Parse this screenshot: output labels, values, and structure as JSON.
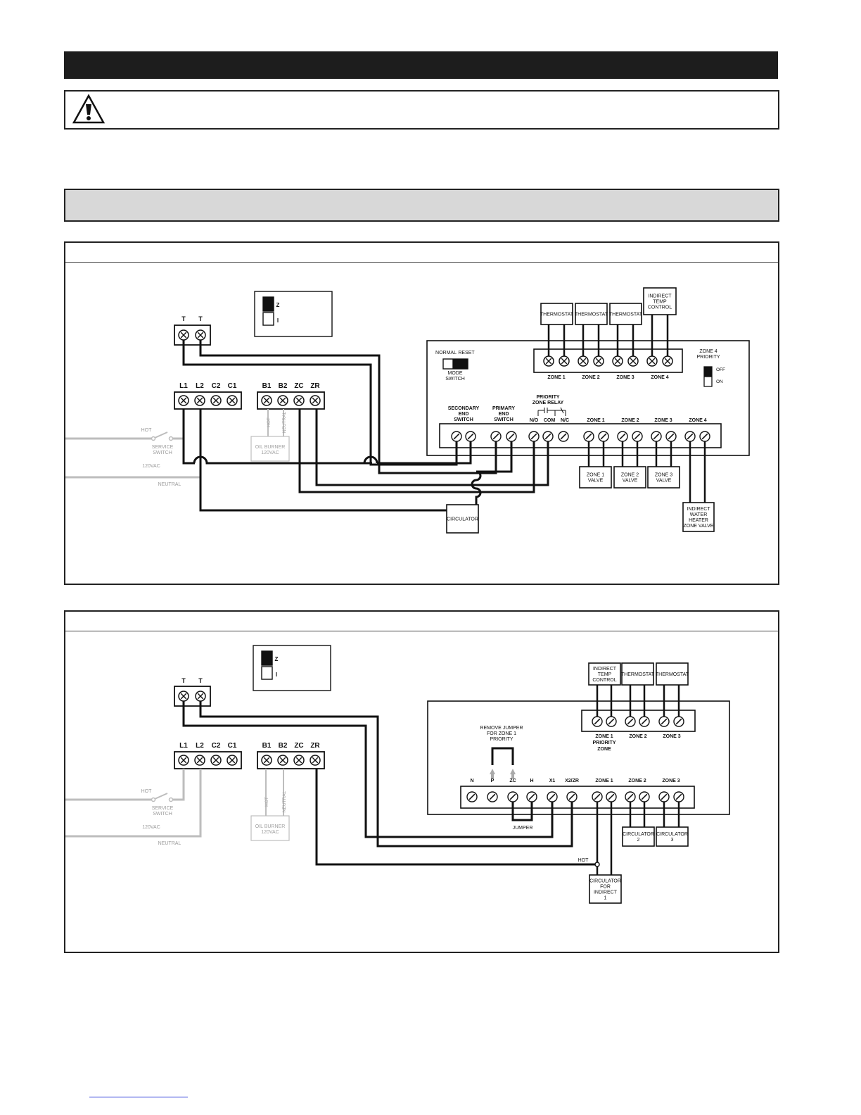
{
  "wiring_diagram_1": {
    "thermostat_terminals": [
      "T",
      "T"
    ],
    "mode_selector": [
      "Z",
      "I"
    ],
    "terminal_strip_left": [
      "L1",
      "L2",
      "C2",
      "C1"
    ],
    "terminal_strip_right": [
      "B1",
      "B2",
      "ZC",
      "ZR"
    ],
    "power_labels": {
      "hot": "HOT",
      "service_switch": "SERVICE SWITCH",
      "voltage": "120VAC",
      "neutral": "NEUTRAL"
    },
    "burner": {
      "hot": "HOT",
      "neutral": "NEUTRAL",
      "label": "OIL BURNER 120VAC"
    },
    "mode_switch": {
      "normal": "NORMAL",
      "reset": "RESET",
      "label": "MODE SWITCH"
    },
    "zone4_priority": {
      "label": "ZONE 4 PRIORITY",
      "off": "OFF",
      "on": "ON"
    },
    "top_devices": [
      "THERMOSTAT",
      "THERMOSTAT",
      "THERMOSTAT",
      "INDIRECT TEMP CONTROL"
    ],
    "top_zone_labels": [
      "ZONE 1",
      "ZONE 2",
      "ZONE 3",
      "ZONE 4"
    ],
    "relay_label": "PRIORITY ZONE RELAY",
    "bottom_terminal_labels": [
      "SECONDARY END SWITCH",
      "PRIMARY END SWITCH",
      "N/O",
      "COM",
      "N/C",
      "ZONE 1",
      "ZONE 2",
      "ZONE 3",
      "ZONE 4"
    ],
    "valves": [
      "ZONE 1 VALVE",
      "ZONE 2 VALVE",
      "ZONE 3 VALVE"
    ],
    "indirect_valve": "INDIRECT WATER HEATER ZONE VALVE",
    "circulator": "CIRCULATOR"
  },
  "wiring_diagram_2": {
    "thermostat_terminals": [
      "T",
      "T"
    ],
    "mode_selector": [
      "Z",
      "I"
    ],
    "terminal_strip_left": [
      "L1",
      "L2",
      "C2",
      "C1"
    ],
    "terminal_strip_right": [
      "B1",
      "B2",
      "ZC",
      "ZR"
    ],
    "power_labels": {
      "hot": "HOT",
      "service_switch": "SERVICE SWITCH",
      "voltage": "120VAC",
      "neutral": "NEUTRAL"
    },
    "burner": {
      "hot": "HOT",
      "neutral": "NEUTRAL",
      "label": "OIL BURNER 120VAC"
    },
    "top_devices": [
      "INDIRECT TEMP CONTROL",
      "THERMOSTAT",
      "THERMOSTAT"
    ],
    "top_zone_labels": [
      "ZONE 1 PRIORITY ZONE",
      "ZONE 2",
      "ZONE 3"
    ],
    "jumper_note": "REMOVE JUMPER FOR ZONE 1 PRIORITY",
    "bottom_terminal_labels": [
      "N",
      "P",
      "ZC",
      "H",
      "X1",
      "X2/ZR",
      "ZONE 1",
      "ZONE 2",
      "ZONE 3"
    ],
    "jumper_label": "JUMPER",
    "hot_label": "HOT",
    "circulators": [
      "CIRCULATOR 2",
      "CIRCULATOR 3"
    ],
    "indirect_circulator": "CIRCULATOR FOR INDIRECT 1"
  }
}
